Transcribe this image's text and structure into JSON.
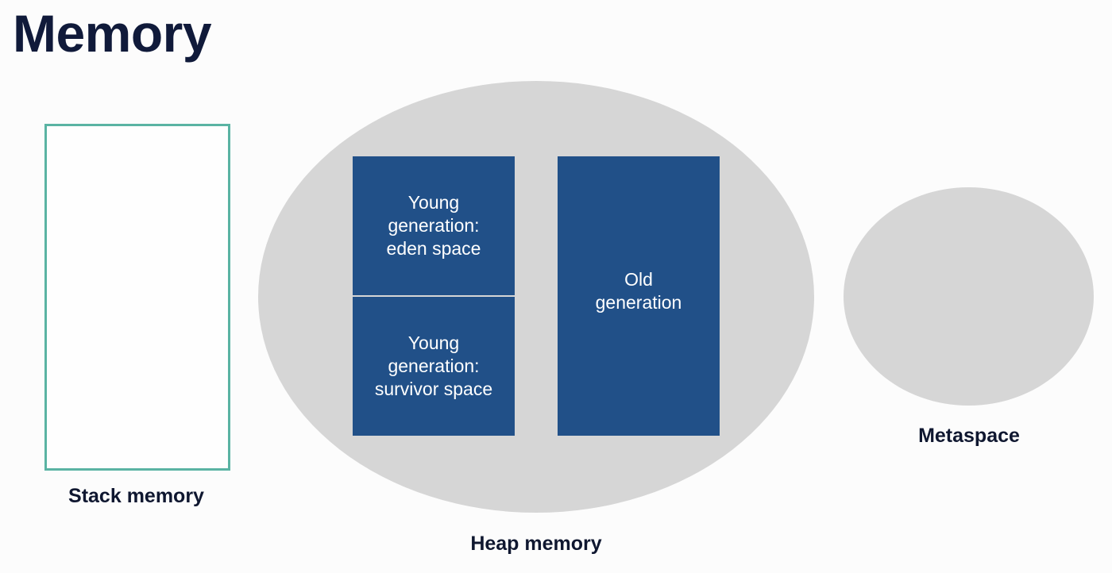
{
  "title": "Memory",
  "stack": {
    "label": "Stack memory"
  },
  "heap": {
    "label": "Heap memory",
    "young_eden": {
      "line1": "Young",
      "line2": "generation:",
      "line3": "eden space"
    },
    "young_survivor": {
      "line1": "Young",
      "line2": "generation:",
      "line3": "survivor space"
    },
    "old": {
      "line1": "Old",
      "line2": "generation"
    }
  },
  "metaspace": {
    "label": "Metaspace"
  },
  "colors": {
    "title_text": "#101a3a",
    "stack_border": "#5ab3a3",
    "region_fill": "#d6d6d6",
    "generation_block": "#215088",
    "generation_text": "#ffffff"
  }
}
